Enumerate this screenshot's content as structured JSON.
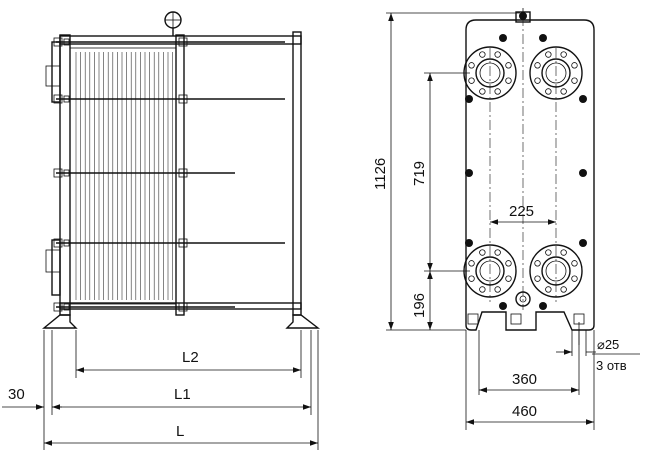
{
  "side_view": {
    "dims": {
      "l2": "L2",
      "l1": "L1",
      "l": "L",
      "offset": "30"
    }
  },
  "front_view": {
    "dims": {
      "total_height": "1126",
      "port_spacing_vertical": "719",
      "bottom_port_height": "196",
      "port_spacing_horizontal": "225",
      "foot_hole_spacing": "360",
      "total_width": "460",
      "hole_diameter": "⌀25",
      "hole_count": "3 отв"
    }
  }
}
